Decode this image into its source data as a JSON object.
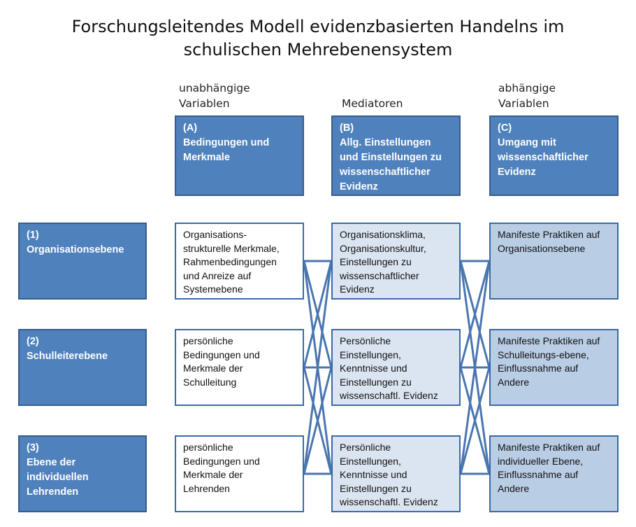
{
  "title": {
    "line1": "Forschungsleitendes Modell evidenzbasierten Handelns im",
    "line2": "schulischen Mehrebenensystem"
  },
  "column_headers": {
    "independent": [
      "unabhängige",
      "Variablen"
    ],
    "mediators": [
      "Mediatoren"
    ],
    "dependent": [
      "abhängige",
      "Variablen"
    ]
  },
  "columns": {
    "a": [
      "(A)",
      "Bedingungen und",
      "Merkmale"
    ],
    "b": [
      "(B)",
      "Allg. Einstellungen",
      "und Einstellungen zu",
      "wissenschaftlicher",
      "Evidenz"
    ],
    "c": [
      "(C)",
      "Umgang mit",
      "wissenschaftlicher",
      "Evidenz"
    ]
  },
  "rows": [
    {
      "level": [
        "(1)",
        "Organisationsebene"
      ],
      "a": [
        "Organisations-",
        "strukturelle Merkmale,",
        "Rahmenbedingungen",
        "und Anreize auf",
        "Systemebene"
      ],
      "b": [
        "Organisationsklima,",
        "Organisationskultur,",
        "Einstellungen zu",
        "wissenschaftlicher",
        "Evidenz"
      ],
      "c": [
        "Manifeste Praktiken auf",
        "Organisationsebene"
      ]
    },
    {
      "level": [
        "(2)",
        "Schulleiterebene"
      ],
      "a": [
        "persönliche",
        "Bedingungen und",
        "Merkmale der",
        "Schulleitung"
      ],
      "b": [
        "Persönliche",
        "Einstellungen,",
        "Kenntnisse und",
        "Einstellungen zu",
        "wissenschaftl. Evidenz"
      ],
      "c": [
        "Manifeste Praktiken auf",
        "Schulleitungs-ebene,",
        "Einflussnahme auf",
        "Andere"
      ]
    },
    {
      "level": [
        "(3)",
        "Ebene der",
        "individuellen",
        "Lehrenden"
      ],
      "a": [
        "persönliche",
        "Bedingungen und",
        "Merkmale der",
        "Lehrenden"
      ],
      "b": [
        "Persönliche",
        "Einstellungen,",
        "Kenntnisse und",
        "Einstellungen zu",
        "wissenschaftl. Evidenz"
      ],
      "c": [
        "Manifeste Praktiken auf",
        "individueller Ebene,",
        "Einflussnahme auf",
        "Andere"
      ]
    }
  ],
  "colors": {
    "dark_box": "#4f81bd",
    "light_box": "#dbe5f1",
    "pale_box": "#b9cde5",
    "connector": "#4a76b0"
  }
}
